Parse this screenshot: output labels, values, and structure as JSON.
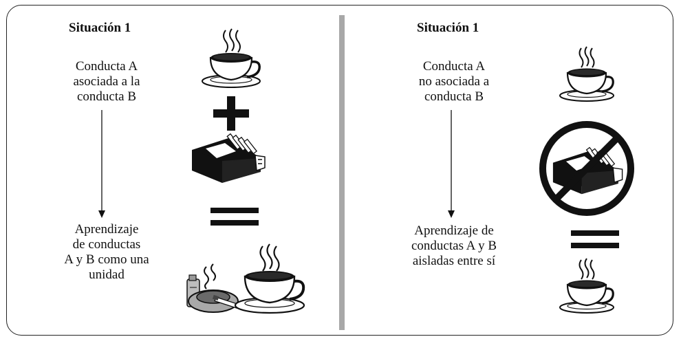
{
  "left": {
    "title": "Situación 1",
    "top_text": [
      "Conducta A",
      "asociada a la",
      "conducta B"
    ],
    "bottom_text": [
      "Aprendizaje",
      "de conductas",
      "A y B como una",
      "unidad"
    ]
  },
  "right": {
    "title": "Situación 1",
    "top_text": [
      "Conducta A",
      "no asociada a",
      "conducta B"
    ],
    "bottom_text": [
      "Aprendizaje de",
      "conductas A y B",
      "aisladas entre sí"
    ]
  },
  "icons": {
    "left_column": [
      "coffee-cup-icon",
      "plus-sign-icon",
      "cigarette-pack-icon",
      "equals-sign-icon",
      "ashtray-lighter-icon",
      "coffee-cup-icon"
    ],
    "right_column": [
      "coffee-cup-icon",
      "prohibited-cigarette-pack-icon",
      "equals-sign-icon",
      "coffee-cup-icon"
    ]
  },
  "colors": {
    "divider": "#a8a8a8",
    "ink": "#111111"
  }
}
